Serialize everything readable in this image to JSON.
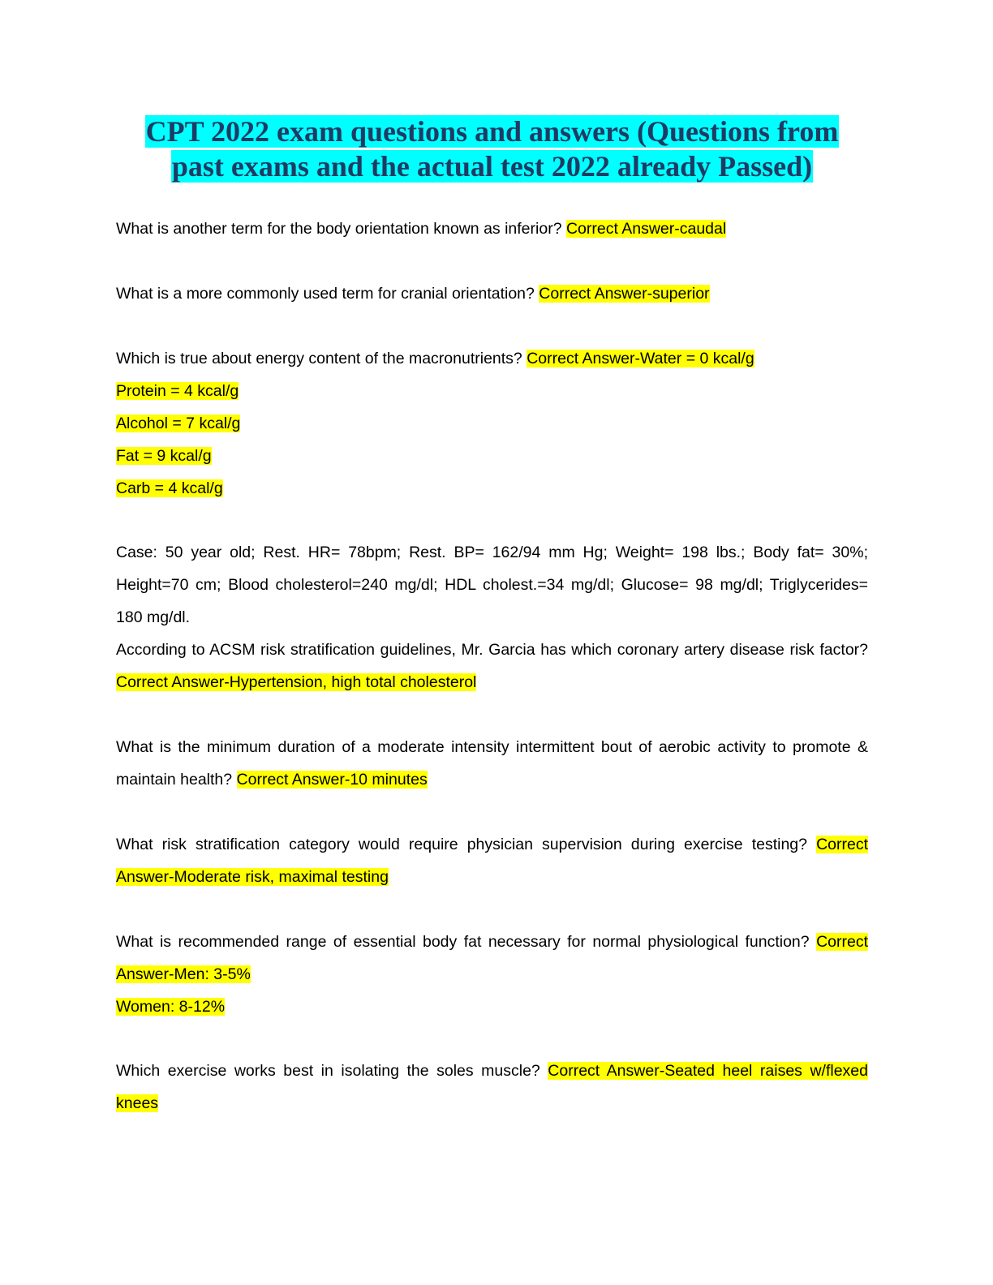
{
  "title": {
    "line1": "CPT 2022 exam questions and answers (Questions from",
    "line2": "past exams and the actual test 2022 already Passed)"
  },
  "colors": {
    "title_highlight": "#00ffff",
    "answer_highlight": "#ffff00",
    "title_text": "#1f3b64"
  },
  "qa": {
    "q1": {
      "question": "What is another term for the body orientation known as inferior? ",
      "answer": "Correct Answer-caudal"
    },
    "q2": {
      "question": "What is a more commonly used term for cranial orientation? ",
      "answer": "Correct Answer-superior"
    },
    "q3": {
      "question": "Which is true about energy content of the macronutrients? ",
      "answer_lines": [
        "Correct Answer-Water = 0 kcal/g",
        "Protein = 4 kcal/g",
        "Alcohol = 7 kcal/g",
        "Fat = 9 kcal/g",
        "Carb = 4 kcal/g"
      ]
    },
    "case": {
      "text": "Case: 50 year old; Rest. HR= 78bpm; Rest. BP= 162/94 mm Hg; Weight= 198 lbs.; Body fat= 30%; Height=70 cm; Blood cholesterol=240 mg/dl; HDL cholest.=34 mg/dl; Glucose= 98 mg/dl; Triglycerides= 180 mg/dl."
    },
    "q4": {
      "question": "According to ACSM risk stratification guidelines, Mr. Garcia has which coronary artery disease risk factor? ",
      "answer": "Correct Answer-Hypertension, high total cholesterol"
    },
    "q5": {
      "question": "What is the minimum duration of a moderate intensity intermittent bout of aerobic activity to promote & maintain health? ",
      "answer": "Correct Answer-10 minutes"
    },
    "q6": {
      "question": "What risk stratification category would require physician supervision during exercise testing? ",
      "answer": "Correct Answer-Moderate risk, maximal testing"
    },
    "q7": {
      "question": "What is recommended range of essential body fat necessary for normal physiological function? ",
      "answer_line1": "Correct Answer-Men: 3-5%",
      "answer_line2": "Women: 8-12%"
    },
    "q8": {
      "question": "Which exercise works best in isolating the soles muscle? ",
      "answer": "Correct Answer-Seated heel raises w/flexed knees"
    }
  }
}
